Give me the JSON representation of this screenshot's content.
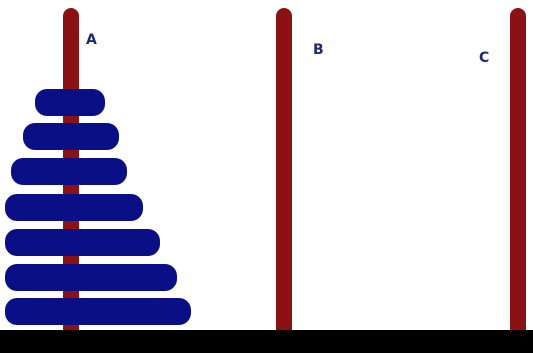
{
  "colors": {
    "background": "#ffffff",
    "peg": "#8b1214",
    "disk": "#0a0f86",
    "label": "#1c2a6e",
    "base": "#000000"
  },
  "pegs": [
    {
      "label": "A",
      "disk_count": 7
    },
    {
      "label": "B",
      "disk_count": 0
    },
    {
      "label": "C",
      "disk_count": 0
    }
  ]
}
